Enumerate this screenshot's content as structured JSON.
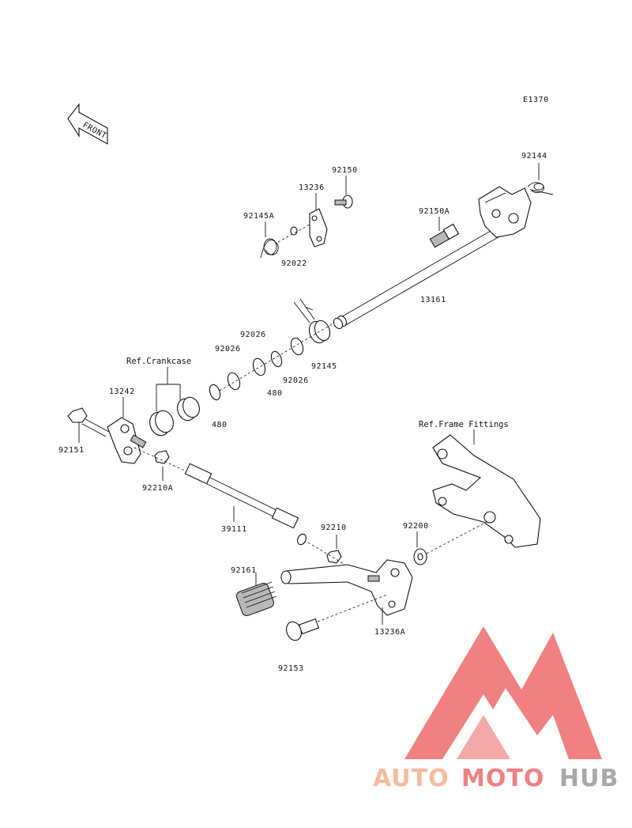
{
  "diagram": {
    "code": "E1370",
    "front_arrow": "FRONT",
    "refs": {
      "crankcase": "Ref.Crankcase",
      "frame": "Ref.Frame Fittings"
    },
    "parts": {
      "p92144": "92144",
      "p92150": "92150",
      "p13236": "13236",
      "p92145A": "92145A",
      "p92022": "92022",
      "p92150A": "92150A",
      "p13161": "13161",
      "p92026a": "92026",
      "p92026b": "92026",
      "p92026c": "92026",
      "p92145": "92145",
      "p480a": "480",
      "p480b": "480",
      "p13242": "13242",
      "p92151": "92151",
      "p92210A": "92210A",
      "p39111": "39111",
      "p92210": "92210",
      "p92200": "92200",
      "p92161": "92161",
      "p13236A": "13236A",
      "p92153": "92153"
    }
  },
  "watermark": {
    "brand_a": "AUTO",
    "brand_b": "MOTO",
    "brand_c": "HUB",
    "colors": {
      "orange": "#f6b08f",
      "red": "#ef6a6a",
      "grey": "#9a9a9a"
    }
  }
}
